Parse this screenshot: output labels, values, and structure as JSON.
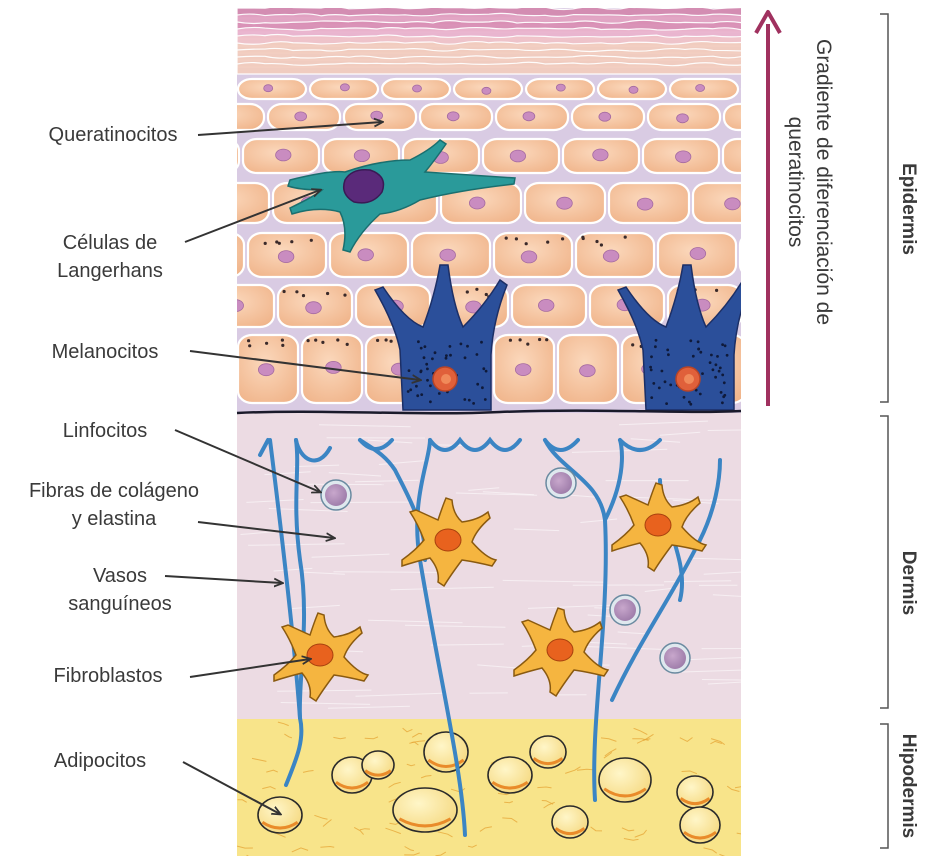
{
  "labels": {
    "keratinocytes": "Queratinocitos",
    "langerhans_1": "Células de",
    "langerhans_2": "Langerhans",
    "melanocytes": "Melanocitos",
    "lymphocytes": "Linfocitos",
    "fibers_1": "Fibras de colágeno",
    "fibers_2": "y elastina",
    "vessels_1": "Vasos",
    "vessels_2": "sanguíneos",
    "fibroblasts": "Fibroblastos",
    "adipocytes": "Adipocitos"
  },
  "gradient": {
    "line1": "Gradiente de diferenciación de",
    "line2": "queratinocitos"
  },
  "layers": {
    "epidermis": "Epidermis",
    "dermis": "Dermis",
    "hypodermis": "Hipodermis"
  },
  "colors": {
    "arrow": "#a0315f",
    "vessel": "#3b85c4",
    "keratinocyte": "#f7c9a6",
    "dermis": "#eddde4",
    "fat": "#f8e48a",
    "melanocyte": "#2b4f9a"
  }
}
